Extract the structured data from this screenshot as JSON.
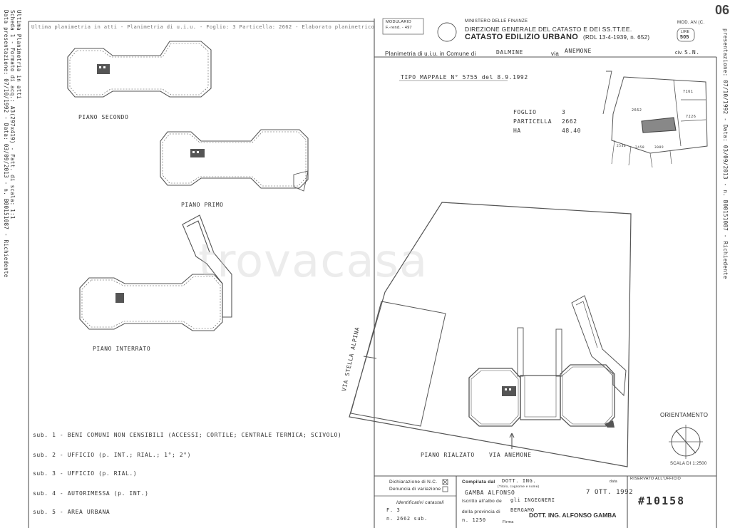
{
  "header": {
    "modulario_line1": "MODULARIO",
    "modulario_line2": "F.-rend. - 497",
    "ministry": "MINISTERO DELLE FINANZE",
    "direction": "DIREZIONE GENERALE DEL CATASTO E DEI SS.TT.EE.",
    "catasto": "CATASTO EDILIZIO URBANO",
    "rdl": "(RDL 13-4-1939, n. 652)",
    "mod": "MOD. AN (C.",
    "lire_label": "LIRE",
    "lire_value": "505",
    "corner_number": "06",
    "planimetria_label": "Planimetria di u.i.u. in Comune di",
    "comune_value": "DALMINE",
    "via_label": "via",
    "via_value": "ANEMONE",
    "civ_label": "civ.",
    "civ_value": "S.N.",
    "top_strip": "Ultima planimetria in atti - Planimetria di u.i.u. - Foglio: 3 Particella: 2662 - Elaborato planimetrico"
  },
  "left_margin": {
    "line1": "Data presentazione: 07/10/1992 - Data: 03/09/2013 - n. B00151087 - Richiedente",
    "line2": "Scheda 1 - Formato di acq.: A3(297x419) - Fatt. di scala: 1:1",
    "line3": "Ultima Planimetria in atti"
  },
  "right_margin": {
    "line1": "presentazione: 07/10/1992 - Data: 03/09/2013 - n. B00151087 - Richiedente"
  },
  "tipo_mappale": "TIPO MAPPALE N° 5755 del 8.9.1992",
  "cadastral_ref": {
    "foglio_label": "FOGLIO",
    "foglio_value": "3",
    "particella_label": "PARTICELLA",
    "particella_value": "2662",
    "ha_label": "HA",
    "ha_value": "48.40"
  },
  "mini_map_labels": [
    "2662",
    "7161",
    "7226",
    "2546",
    "2450",
    "3089"
  ],
  "floor_labels": {
    "piano_secondo": "PIANO SECONDO",
    "piano_primo": "PIANO PRIMO",
    "piano_interrato": "PIANO INTERRATO",
    "piano_rialzato": "PIANO RIALZATO",
    "via_anemone": "VIA ANEMONE",
    "via_stella_alpina": "VIA STELLA ALPINA"
  },
  "subs": [
    "sub. 1 - BENI COMUNI NON CENSIBILI (ACCESSI; CORTILE; CENTRALE TERMICA; SCIVOLO)",
    "sub. 2 - UFFICIO (p. INT.; RIAL.; 1°; 2°)",
    "sub. 3 - UFFICIO (p. RIAL.)",
    "sub. 4 - AUTORIMESSA (p. INT.)",
    "sub. 5 - AREA URBANA"
  ],
  "orientamento": "ORIENTAMENTO",
  "scala": "SCALA DI 1:2500",
  "footer": {
    "dichiarazione": "Dichiarazione di N.C.",
    "denuncia": "Denuncia di variazione",
    "identificativi": "Identificativi catastali",
    "foglio_f": "F. 3",
    "numero": "n. 2662 sub.",
    "compilata": "Compilata dal",
    "compilata_value": "DOTT. ING.",
    "titolo_note": "(Titolo, cognome e nome)",
    "name_value": "GAMBA ALFONSO",
    "iscritto": "Iscritto all'albo de",
    "iscritto_value": "gli INGEGNERI",
    "provincia": "della provincia di",
    "provincia_value": "BERGAMO",
    "numero_albo": "n. 1250",
    "data_label": "data",
    "data_value": "7 OTT. 1992",
    "firma_label": "Firma",
    "stamp": "DOTT. ING. ALFONSO GAMBA",
    "riservato": "RISERVATO ALL'UFFICIO",
    "protocol": "#10158"
  },
  "watermark": "trovacasa"
}
